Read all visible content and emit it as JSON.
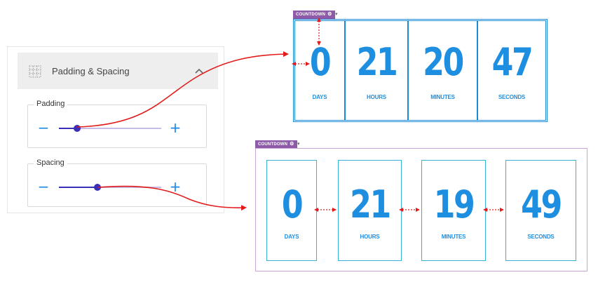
{
  "panel": {
    "title": "Padding & Spacing",
    "header_icon": "grid-icon",
    "collapse_icon": "chevron-up-icon",
    "controls": [
      {
        "label": "Padding",
        "minus": "−",
        "plus": "+",
        "value_fraction": 0.18
      },
      {
        "label": "Spacing",
        "minus": "−",
        "plus": "+",
        "value_fraction": 0.38
      }
    ]
  },
  "countdowns": [
    {
      "tag": "COUNTDOWN",
      "tag_icon": "gear-icon",
      "units": [
        {
          "value": "0",
          "label": "DAYS"
        },
        {
          "value": "21",
          "label": "HOURS"
        },
        {
          "value": "20",
          "label": "MINUTES"
        },
        {
          "value": "47",
          "label": "SECONDS"
        }
      ]
    },
    {
      "tag": "COUNTDOWN",
      "tag_icon": "gear-icon",
      "units": [
        {
          "value": "0",
          "label": "DAYS"
        },
        {
          "value": "21",
          "label": "HOURS"
        },
        {
          "value": "19",
          "label": "MINUTES"
        },
        {
          "value": "49",
          "label": "SECONDS"
        }
      ]
    }
  ],
  "colors": {
    "accent_blue": "#1e8fe0",
    "slider": "#3a2fb8",
    "tag_purple": "#8e5ba8",
    "annotation_red": "#e21b1b"
  }
}
